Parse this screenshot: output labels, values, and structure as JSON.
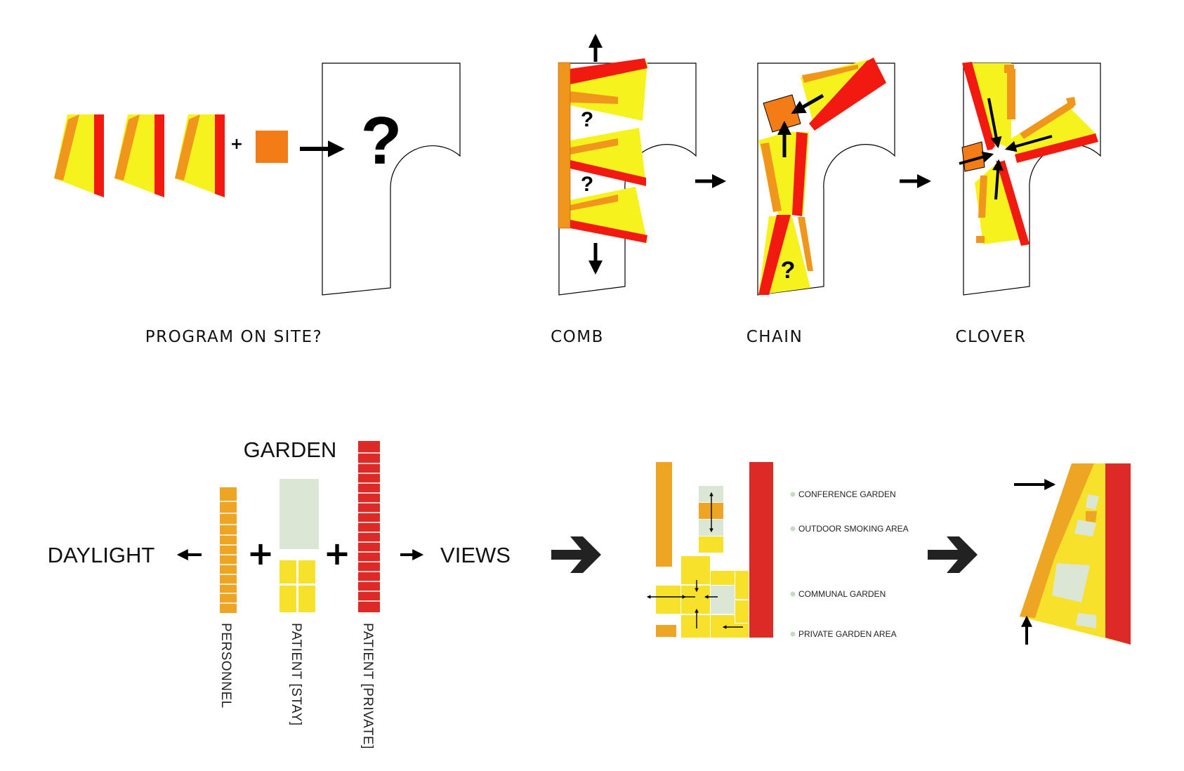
{
  "colors": {
    "red": "#f21a10",
    "orange": "#f0961c",
    "yellow": "#f5f21e",
    "brightOrange": "#f47c17",
    "garden": "#dbe6d5",
    "tileRed": "#dd2a26",
    "tileOrange": "#eda523",
    "tileYellow": "#f7e12a"
  },
  "top": {
    "question_mark": "?",
    "plus": "+",
    "captions": {
      "program": "PROGRAM ON SITE?",
      "comb": "COMB",
      "chain": "CHAIN",
      "clover": "CLOVER"
    }
  },
  "bottom": {
    "garden_title": "GARDEN",
    "daylight": "DAYLIGHT",
    "views": "VIEWS",
    "plus": "+",
    "labels": {
      "personnel": "PERSONNEL",
      "patient_stay": "PATIENT [STAY]",
      "patient_private": "PATIENT [PRIVATE]"
    },
    "legend": [
      "CONFERENCE GARDEN",
      "OUTDOOR SMOKING AREA",
      "COMMUNAL GARDEN",
      "PRIVATE GARDEN AREA"
    ]
  }
}
